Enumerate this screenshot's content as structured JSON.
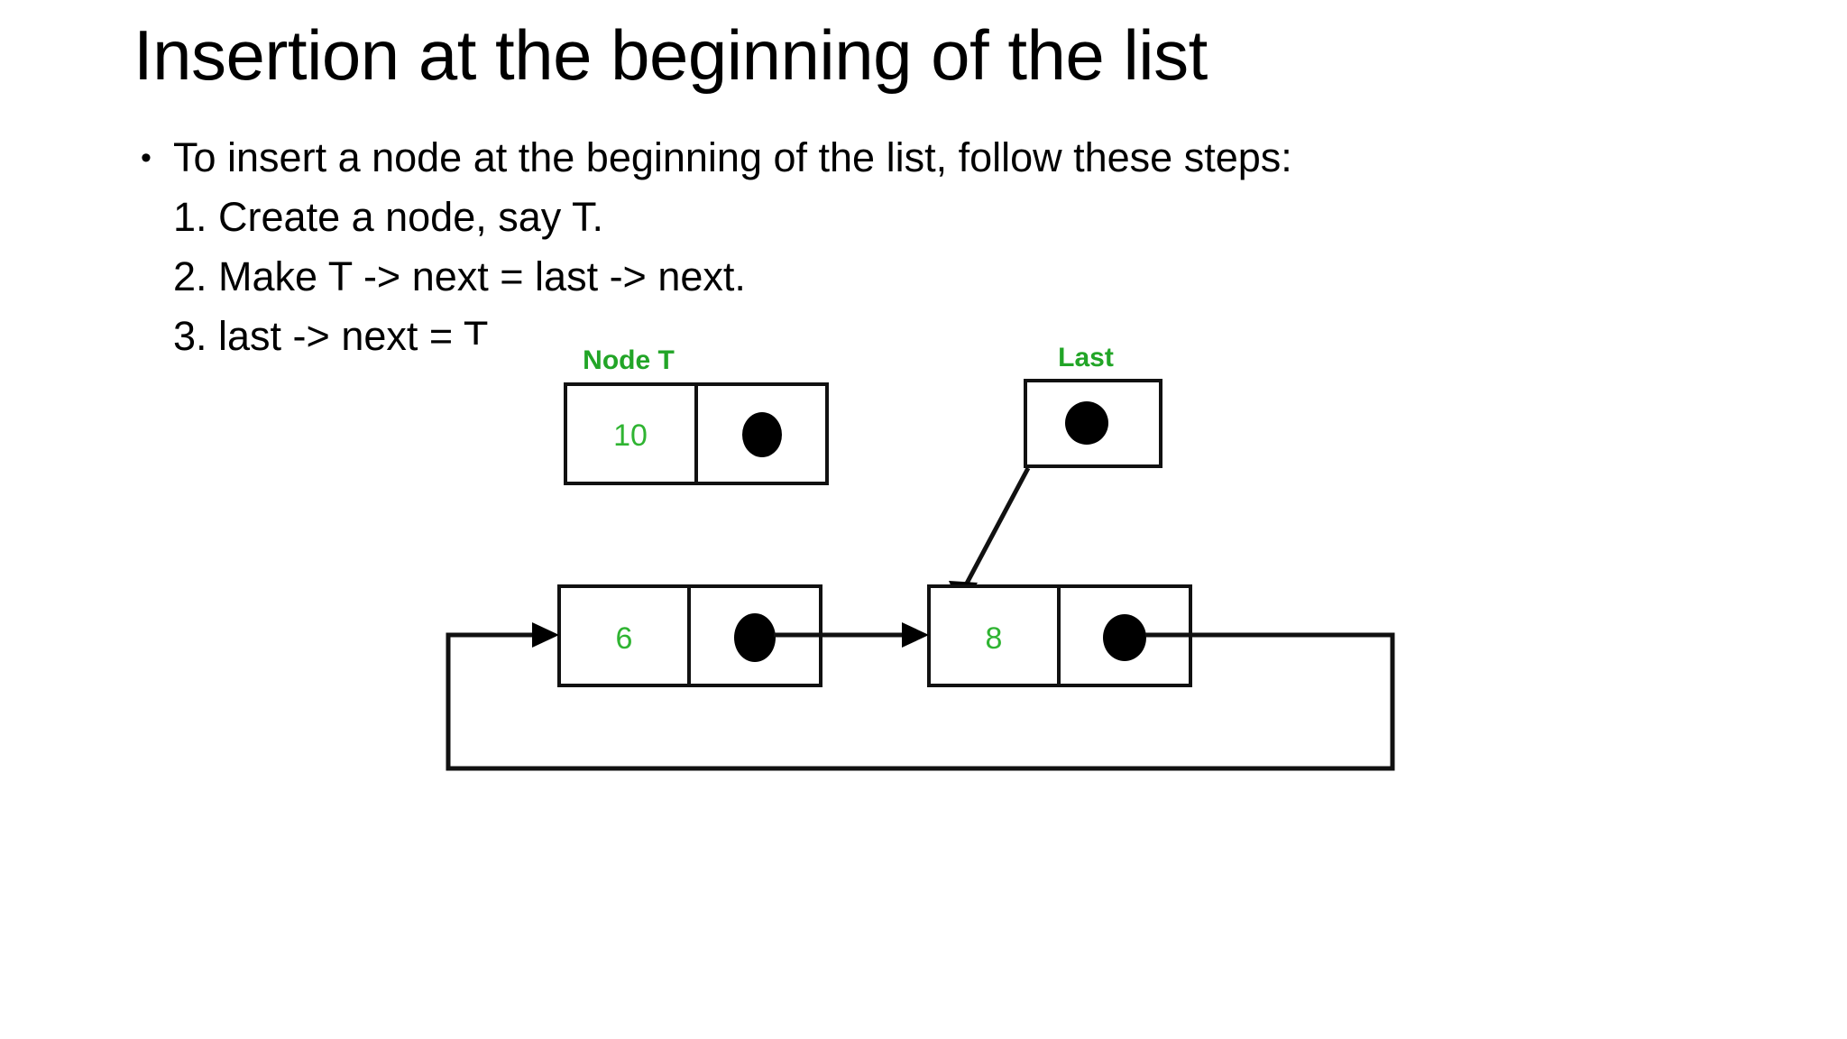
{
  "slide": {
    "title": "Insertion at the beginning of the list",
    "bullet_glyph": "•",
    "bullet": "To insert a node at the beginning of the list, follow these steps:",
    "steps": [
      "1. Create a node, say T.",
      "2. Make T -> next = last -> next.",
      "3. last -> next = T"
    ]
  },
  "diagram": {
    "type": "circular-linked-list-insertion",
    "accent_green": "#2FB432",
    "label_green": "#22A527",
    "line_color": "#111111",
    "background": "#ffffff",
    "labels": {
      "node_t": "Node T",
      "last": "Last"
    },
    "nodes": [
      {
        "id": "node-t",
        "value": "10",
        "label": "Node T",
        "has_pointer_dot": true
      },
      {
        "id": "node-6",
        "value": "6",
        "label": "",
        "has_pointer_dot": true
      },
      {
        "id": "node-8",
        "value": "8",
        "label": "",
        "has_pointer_dot": true
      },
      {
        "id": "last",
        "value": "",
        "label": "Last",
        "has_pointer_dot": true
      }
    ],
    "arrows": [
      {
        "from": "last",
        "to": "node-8",
        "kind": "diagonal-down-left"
      },
      {
        "from": "node-6",
        "to": "node-8",
        "kind": "straight-right"
      },
      {
        "from": "node-8",
        "to": "node-6",
        "kind": "loop-around-bottom"
      }
    ]
  }
}
